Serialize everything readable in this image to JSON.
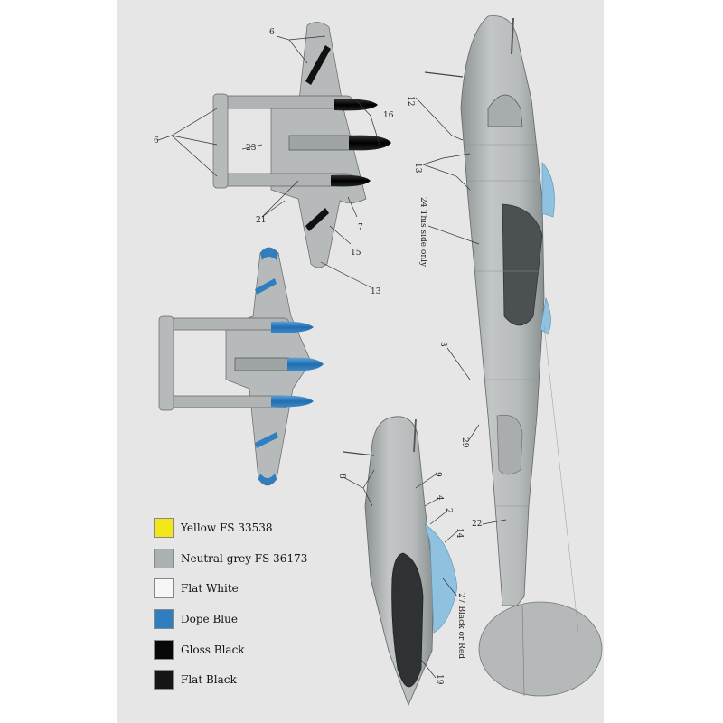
{
  "callouts": {
    "top_view_1": [
      "6",
      "16",
      "6",
      "23",
      "7",
      "21",
      "15",
      "13"
    ],
    "side_view": [
      "12",
      "13",
      "24 This side only",
      "3",
      "29",
      "22"
    ],
    "front_view": [
      "8",
      "9",
      "4",
      "2",
      "14",
      "27 Black or Red",
      "19"
    ]
  },
  "legend": [
    {
      "label": "Yellow FS 33538",
      "color": "#f2e51a"
    },
    {
      "label": "Neutral grey FS 36173",
      "color": "#a9b1b3"
    },
    {
      "label": "Flat White",
      "color": "#f7f7f7"
    },
    {
      "label": "Dope Blue",
      "color": "#2f7fc0"
    },
    {
      "label": "Gloss Black",
      "color": "#080808"
    },
    {
      "label": "Flat Black",
      "color": "#151515"
    }
  ],
  "colors": {
    "sheet": "#e6e6e6",
    "aircraft_grey": "#b4b8b8",
    "spinner_black": "#111111",
    "spinner_blue": "#2f7fc0",
    "canopy_dark": "#4b5053",
    "glazing_blue": "#8fc2e0"
  }
}
